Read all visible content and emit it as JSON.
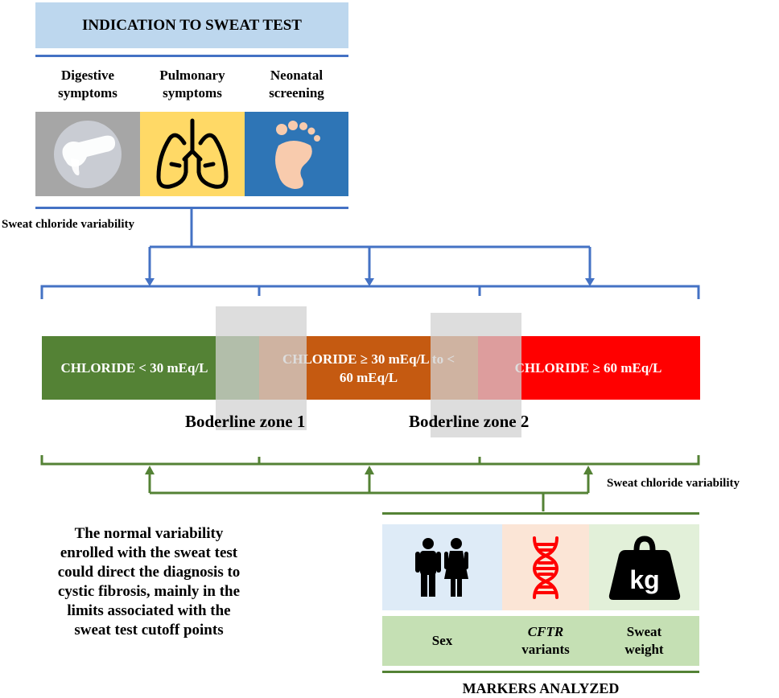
{
  "header": {
    "title": "INDICATION TO SWEAT TEST"
  },
  "indications": [
    {
      "label_line1": "Digestive",
      "label_line2": "symptoms",
      "icon": "pancreas-icon"
    },
    {
      "label_line1": "Pulmonary",
      "label_line2": "symptoms",
      "icon": "lungs-icon"
    },
    {
      "label_line1": "Neonatal",
      "label_line2": "screening",
      "icon": "foot-icon"
    }
  ],
  "variability_top": "Sweat chloride variability",
  "variability_bottom": "Sweat chloride variability",
  "chloride_ranges": [
    {
      "line1": "CHLORIDE < 30 mEq/L",
      "line2": "",
      "color": "#548235"
    },
    {
      "line1": "CHLORIDE ≥ 30 mEq/L to <",
      "line2": "60 mEq/L",
      "color": "#c55a11"
    },
    {
      "line1": "CHLORIDE ≥ 60 mEq/L",
      "line2": "",
      "color": "#ff0000"
    }
  ],
  "borderline_zones": [
    {
      "label": "Boderline zone 1"
    },
    {
      "label": "Boderline zone 2"
    }
  ],
  "summary": {
    "lines": [
      "The normal variability",
      "enrolled with the sweat test",
      "could direct the diagnosis to",
      "cystic fibrosis, mainly in the",
      "limits associated with the",
      "sweat test cutoff points"
    ]
  },
  "markers": {
    "title": "MARKERS ANALYZED",
    "items": [
      {
        "line1": "Sex",
        "line2": "",
        "icon": "people-icon"
      },
      {
        "line1": "CFTR",
        "line2": "variants",
        "icon": "dna-icon"
      },
      {
        "line1": "Sweat",
        "line2": "weight",
        "icon": "weight-icon",
        "icon_text": "kg"
      }
    ]
  },
  "colors": {
    "blue_connector": "#4472c4",
    "green_connector": "#548235"
  }
}
